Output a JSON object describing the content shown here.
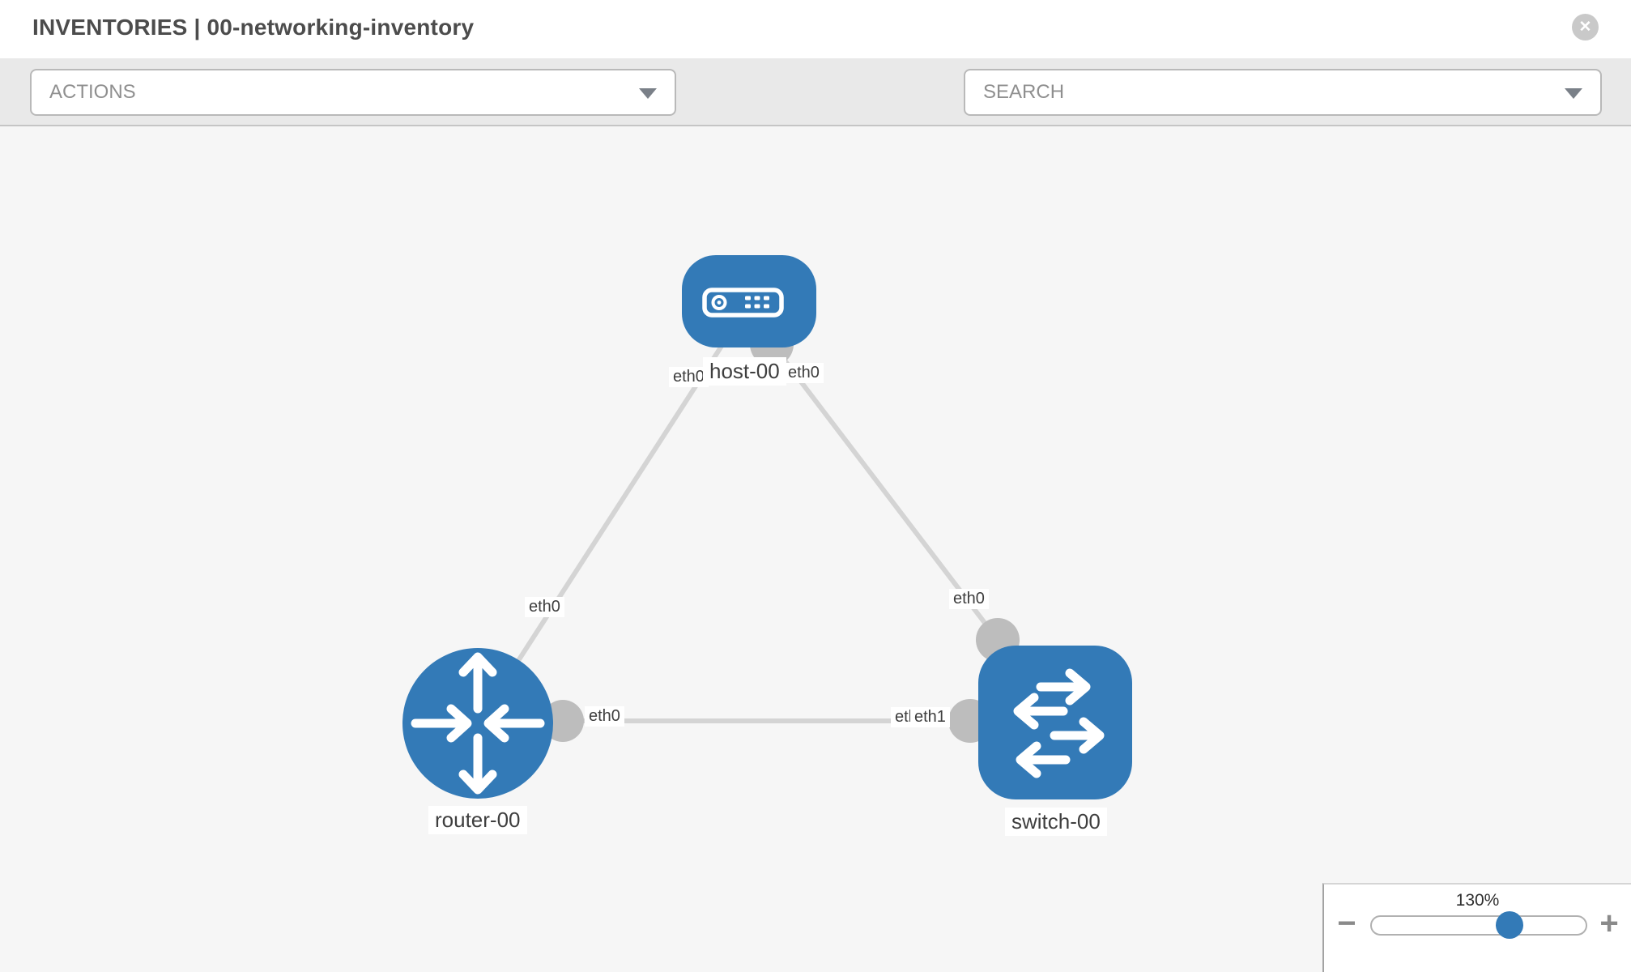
{
  "header": {
    "title": "INVENTORIES | 00-networking-inventory"
  },
  "icons": {
    "close_glyph": "✕",
    "zoom_out_glyph": "−",
    "zoom_in_glyph": "+",
    "toolbar_icons": [
      "wrench-icon",
      "key-icon"
    ],
    "dropdown_caret": "caret-down"
  },
  "toolbar": {
    "actions_label": "ACTIONS",
    "search_label": "SEARCH"
  },
  "topology": {
    "nodes": [
      {
        "label": "host-00",
        "type": "host"
      },
      {
        "label": "router-00",
        "type": "router"
      },
      {
        "label": "switch-00",
        "type": "switch"
      }
    ],
    "links": [
      {
        "from": "router-00",
        "to": "host-00",
        "from_interface": "eth0",
        "to_interface": "eth0"
      },
      {
        "from": "switch-00",
        "to": "host-00",
        "from_interface": "eth0",
        "to_interface": "eth0"
      },
      {
        "from": "router-00",
        "to": "switch-00",
        "from_interface": "eth0",
        "to_interface": "eth1"
      }
    ],
    "interface_labels": {
      "host_left": "eth0",
      "host_right": "eth0",
      "router_upper": "eth0",
      "router_right": "eth0",
      "switch_top": "eth0",
      "switch_left_back": "eth0",
      "switch_left_front": "eth1"
    }
  },
  "zoom_control": {
    "level": "130%"
  },
  "colors": {
    "node_blue": "#337ab7",
    "link_gray": "#d4d4d4",
    "interface_gray": "#bdbdbd",
    "canvas_bg": "#f6f6f6",
    "toolbar_bg": "#e9e9e9"
  }
}
